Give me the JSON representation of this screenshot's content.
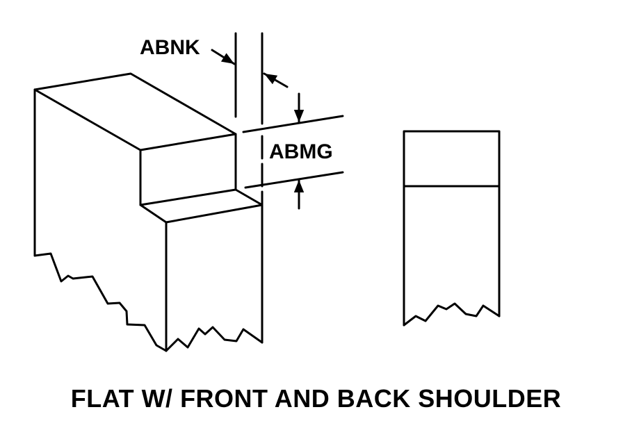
{
  "labels": {
    "dimension_width": "ABNK",
    "dimension_height": "ABMG"
  },
  "caption": "FLAT W/ FRONT AND BACK SHOULDER",
  "colors": {
    "line": "#000000",
    "background": "#ffffff"
  }
}
